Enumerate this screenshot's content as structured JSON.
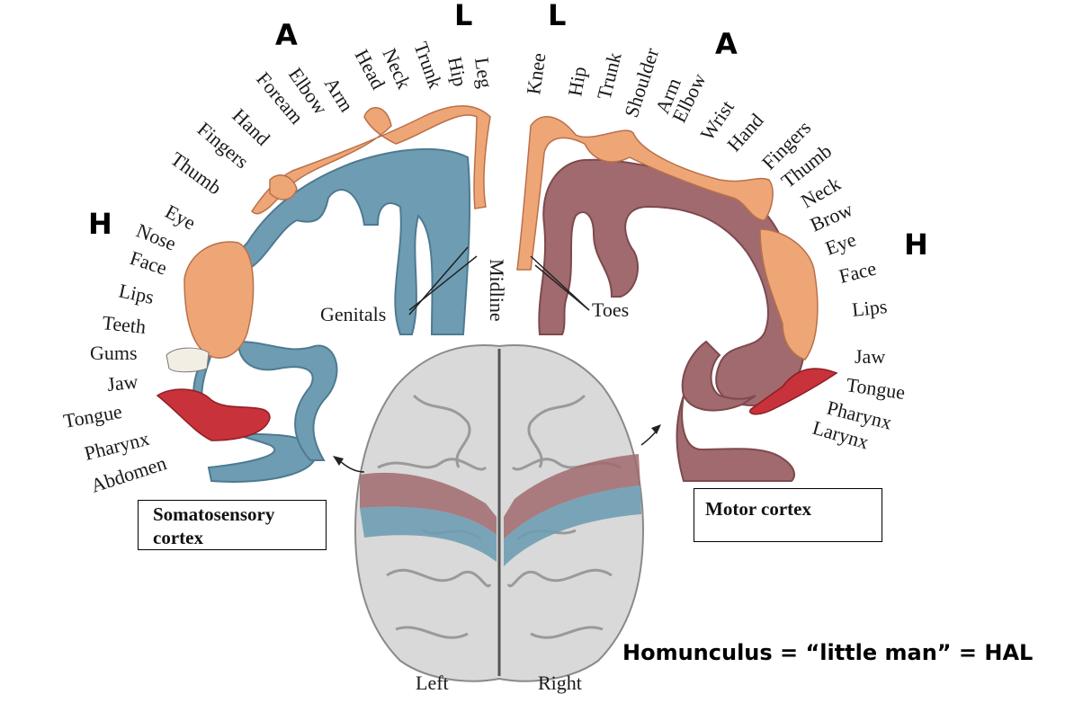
{
  "letters": {
    "sensory_a": "A",
    "sensory_l": "L",
    "sensory_h": "H",
    "motor_a": "A",
    "motor_l": "L",
    "motor_h": "H"
  },
  "somatosensory_labels": [
    "Leg",
    "Hip",
    "Trunk",
    "Neck",
    "Head",
    "Arm",
    "Elbow",
    "Foream",
    "Hand",
    "Fingers",
    "Thumb",
    "Eye",
    "Nose",
    "Face",
    "Lips",
    "Teeth",
    "Gums",
    "Jaw",
    "Tongue",
    "Pharynx",
    "Abdomen"
  ],
  "motor_labels": [
    "Knee",
    "Hip",
    "Trunk",
    "Shoulder",
    "Arm",
    "Elbow",
    "Wrist",
    "Hand",
    "Fingers",
    "Thumb",
    "Neck",
    "Brow",
    "Eye",
    "Face",
    "Lips",
    "Jaw",
    "Tongue",
    "Pharynx",
    "Larynx"
  ],
  "callouts": {
    "genitals": "Genitals",
    "toes": "Toes",
    "midline": "Midline"
  },
  "boxes": {
    "somatosensory_line1": "Somatosensory",
    "somatosensory_line2": "cortex",
    "motor": "Motor cortex"
  },
  "hemispheres": {
    "left": "Left",
    "right": "Right"
  },
  "caption": "Homunculus = “little man” = HAL",
  "colors": {
    "sensory_cortex": "#6e9db3",
    "motor_cortex": "#a06a6e",
    "homunculus_skin": "#eea677",
    "tongue": "#c8323a",
    "brain": "#d9d9d9"
  }
}
